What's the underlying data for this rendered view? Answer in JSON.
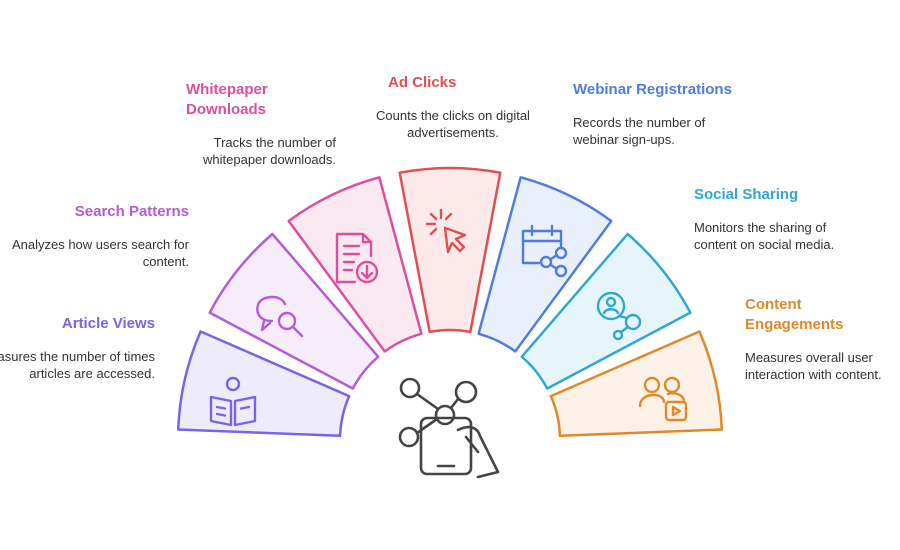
{
  "segments": [
    {
      "id": "article-views",
      "title": "Article Views",
      "desc": "Measures the number of times articles are accessed.",
      "color": "#7b62e8",
      "fill": "#eeebfb",
      "icon": "reading-person-icon"
    },
    {
      "id": "search-patterns",
      "title": "Search Patterns",
      "desc": "Analyzes how users search for content.",
      "color": "#b65bd8",
      "fill": "#f6ecfa",
      "icon": "chat-search-icon"
    },
    {
      "id": "whitepaper-downloads",
      "title": "Whitepaper Downloads",
      "desc": "Tracks the number of whitepaper downloads.",
      "color": "#dd4f9c",
      "fill": "#fbe9f2",
      "icon": "document-download-icon"
    },
    {
      "id": "ad-clicks",
      "title": "Ad Clicks",
      "desc": "Counts the clicks on digital advertisements.",
      "color": "#e04f52",
      "fill": "#fce9e9",
      "icon": "cursor-click-icon"
    },
    {
      "id": "webinar-registrations",
      "title": "Webinar Registrations",
      "desc": "Records the number of webinar sign-ups.",
      "color": "#4f7ddf",
      "fill": "#e9effb",
      "icon": "calendar-share-icon"
    },
    {
      "id": "social-sharing",
      "title": "Social Sharing",
      "desc": "Monitors the sharing of content on social media.",
      "color": "#2fa7d2",
      "fill": "#e6f5fa",
      "icon": "user-network-icon"
    },
    {
      "id": "content-engagements",
      "title": "Content Engagements",
      "desc": "Measures overall user interaction with content.",
      "color": "#e0892a",
      "fill": "#fcf1e6",
      "icon": "users-video-icon"
    }
  ],
  "center_icon": "mobile-network-hand-icon"
}
